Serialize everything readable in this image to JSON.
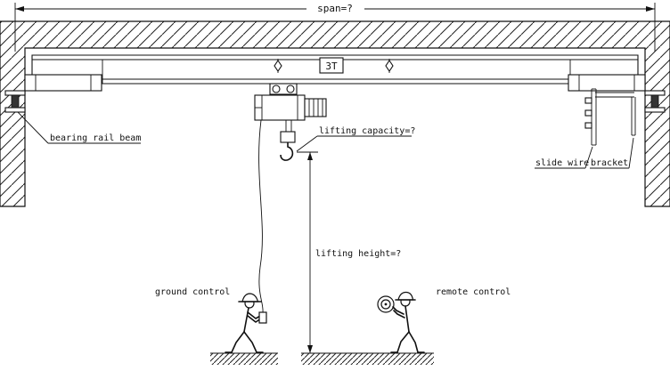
{
  "diagram": {
    "labels": {
      "span": "span=?",
      "capacity_box": "3T",
      "lifting_capacity": "lifting capacity=?",
      "lifting_height": "lifting height=?",
      "bearing_rail_beam": "bearing rail beam",
      "slide_wire": "slide wire",
      "bracket": "bracket",
      "ground_control": "ground control",
      "remote_control": "remote control"
    },
    "colors": {
      "line": "#111111",
      "background": "#ffffff"
    }
  }
}
